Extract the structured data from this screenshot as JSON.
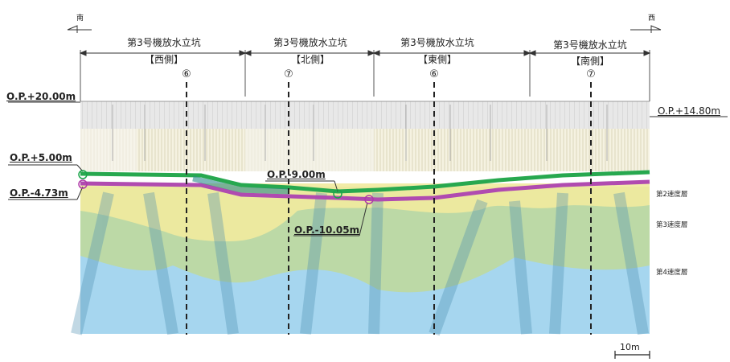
{
  "direction": {
    "left": "南",
    "right": "西"
  },
  "sections": [
    {
      "title": "第3号機放水立坑",
      "side": "【西側】",
      "marker": "⑥"
    },
    {
      "title": "第3号機放水立坑",
      "side": "【北側】",
      "marker": "⑦"
    },
    {
      "title": "第3号機放水立坑",
      "side": "【東側】",
      "marker": "⑥"
    },
    {
      "title": "第3号機放水立坑",
      "side": "【南側】",
      "marker": "⑦"
    }
  ],
  "levels": {
    "top_left": "O.P.+20.00m",
    "top_right": "O.P.+14.80m",
    "left_upper": "O.P.+5.00m",
    "left_lower": "O.P.-4.73m",
    "mid_upper": "O.P.-9.00m",
    "mid_lower": "O.P.-10.05m"
  },
  "layers": [
    "第2速度層",
    "第3速度層",
    "第4速度層"
  ],
  "scale_bar": "10m",
  "colors": {
    "green_marker": "#1aa54a",
    "purple_marker": "#b03aa8",
    "structure": "#dcdcdc",
    "yellow_layer": "#f3ec9a",
    "green_layer": "#b8d6a2",
    "blue_layer": "#9fd3ee"
  }
}
